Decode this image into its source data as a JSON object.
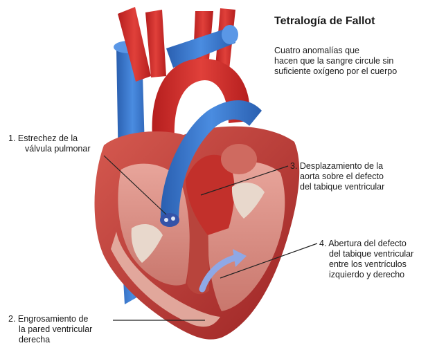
{
  "title": "Tetralogía de Fallot",
  "subtitle": [
    "Cuatro anomalías que",
    "hacen que la sangre circule sin",
    "suficiente oxígeno por el cuerpo"
  ],
  "labels": {
    "pulmonary_stenosis": [
      "1.  Estrechez de la",
      "válvula pulmonar"
    ],
    "ventricular_thickening": [
      "2. Engrosamiento de",
      "la pared ventricular",
      "derecha"
    ],
    "aortic_displacement": [
      "3. Desplazamiento de la",
      "aorta sobre el defecto",
      "del tabique ventricular"
    ],
    "septal_defect": [
      "4. Abertura del defecto",
      "del tabique ventricular",
      "entre los ventrículos",
      "izquierdo y derecho"
    ]
  },
  "colors": {
    "artery_red": "#cc2222",
    "vein_blue": "#2e6fc4",
    "heart_muscle": "#c23a3a",
    "inner_wall": "#d98c84",
    "deoxygenated": "#3553a8",
    "valve": "#e8d8cc",
    "leader_line": "#222222"
  }
}
